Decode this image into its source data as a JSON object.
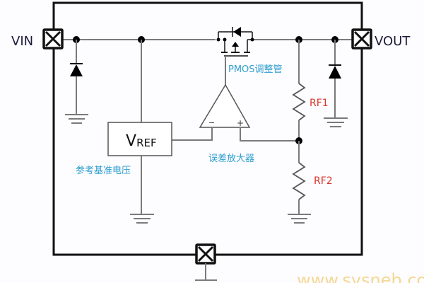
{
  "diagram": {
    "title": "LDO linear regulator block diagram",
    "pins": {
      "vin": "VIN",
      "vout": "VOUT"
    },
    "vref": {
      "main": "V",
      "sub": "REF"
    },
    "labels": {
      "pmos": "PMOS调整管",
      "vref_desc": "参考基准电压",
      "amp_desc": "误差放大器",
      "rf1": "RF1",
      "rf2": "RF2",
      "amp_minus": "−",
      "amp_plus": "+"
    },
    "watermark": "www.sysneb.com",
    "colors": {
      "frame": "#111111",
      "wire": "#7a7a7a",
      "pin_text": "#1c1c3a",
      "cn_label": "#2f9fd0",
      "resistor_label": "#d9362b",
      "watermark": "#f3cf7a"
    }
  }
}
